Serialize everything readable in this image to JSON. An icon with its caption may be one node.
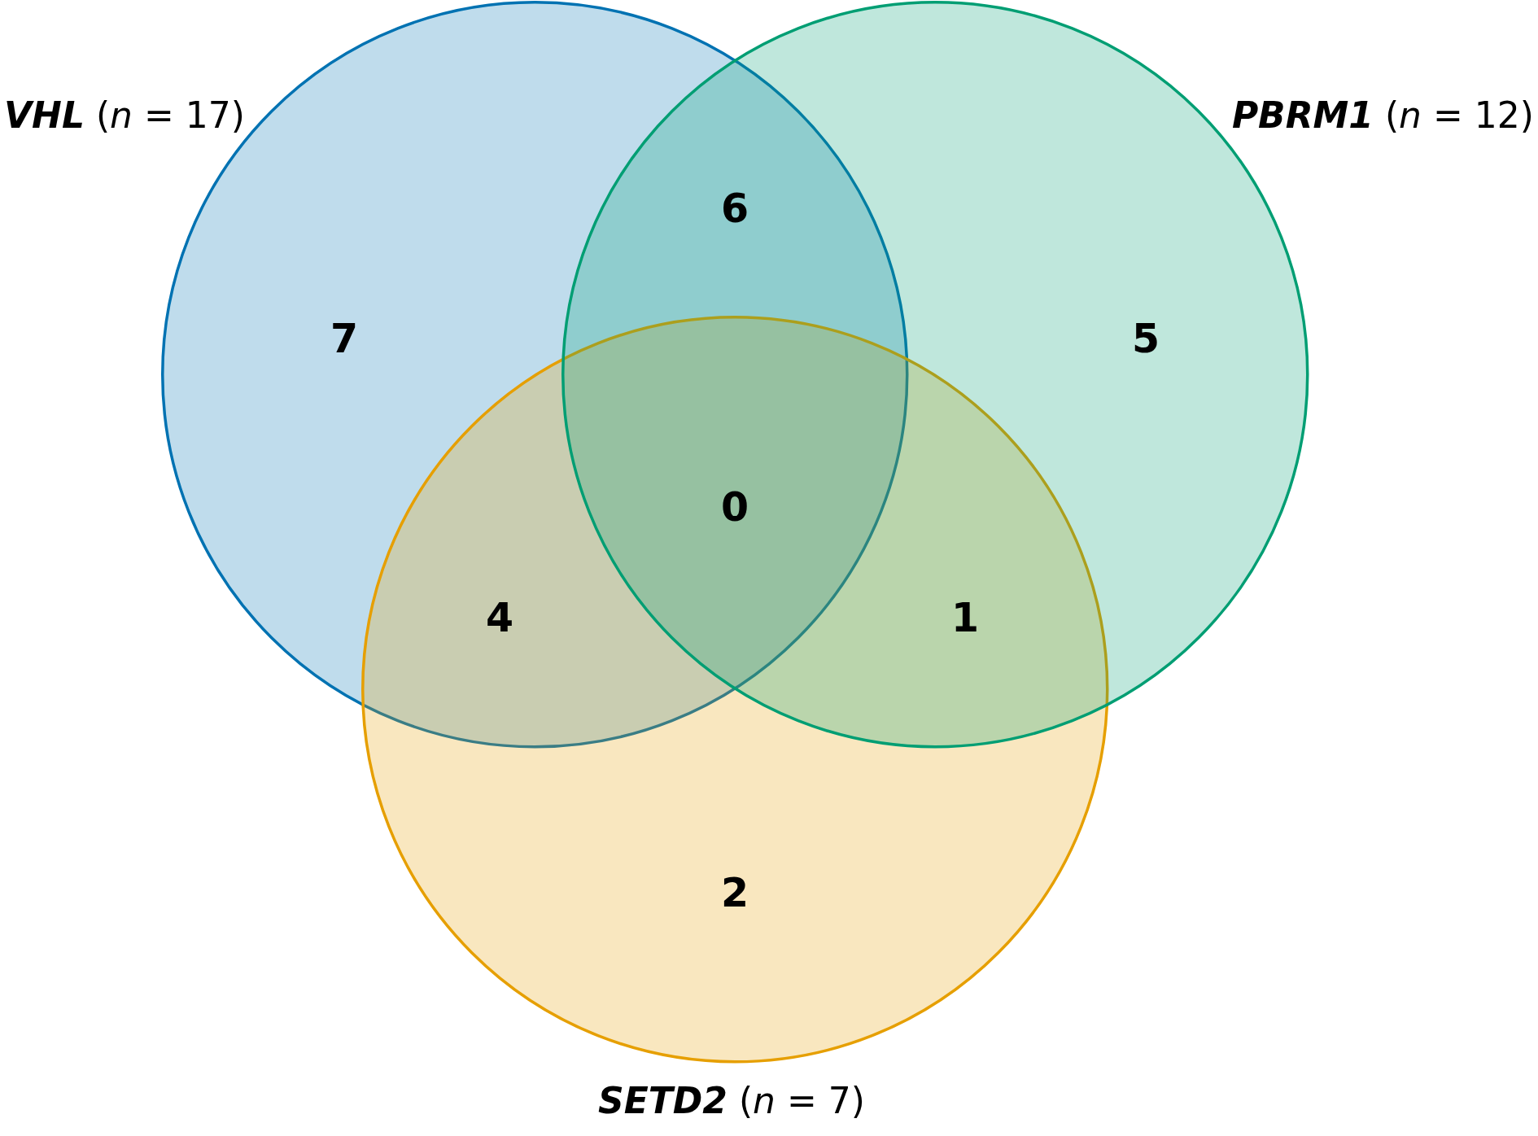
{
  "diagram": {
    "nodes": [
      {
        "text": [
          "**VHL** (*n* = 17)"
        ]
      },
      {
        "text": [
          "**PBRM1** (*n* = 12)"
        ]
      },
      {
        "text": [
          "**SETD2** (*n* = 7)"
        ]
      }
    ],
    "labels": [
      "6",
      "7",
      "5",
      "0",
      "4",
      "1",
      "2"
    ]
  }
}
